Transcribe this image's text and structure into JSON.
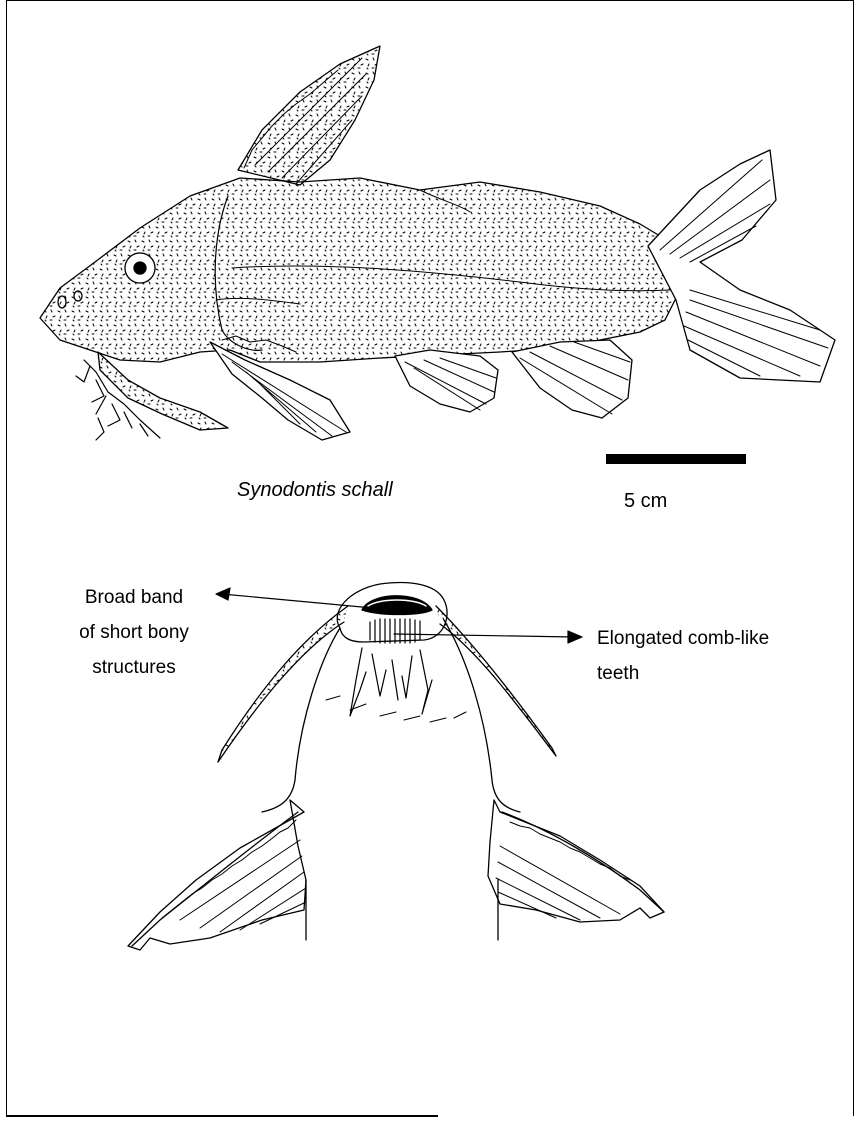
{
  "species_name": "Synodontis schall",
  "scale_bar": {
    "label": "5 cm"
  },
  "annotations": {
    "left": {
      "line1": "Broad band",
      "line2": "of short bony",
      "line3": "structures"
    },
    "right": {
      "line1": "Elongated comb-like",
      "line2": "teeth"
    }
  },
  "colors": {
    "ink": "#000000",
    "paper": "#ffffff"
  }
}
